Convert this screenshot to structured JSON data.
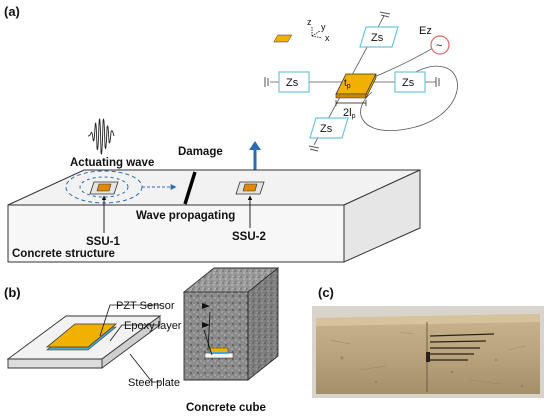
{
  "panel_a": {
    "label": "(a)",
    "axis_z": "z",
    "axis_y": "y",
    "axis_x": "x",
    "impedance": "Zs",
    "voltage": "Ez",
    "source_symbol": "~",
    "thickness_label": "t",
    "thickness_sub": "p",
    "length_prefix": "2l",
    "length_sub": "p",
    "actuating_wave": "Actuating wave",
    "damage": "Damage",
    "wave_propagating": "Wave propagating",
    "ssu1": "SSU-1",
    "ssu2": "SSU-2",
    "concrete_structure": "Concrete structure"
  },
  "panel_b": {
    "label": "(b)",
    "pzt_sensor": "PZT Sensor",
    "epoxy_layer": "Epoxy layer",
    "steel_plate": "Steel plate",
    "concrete_cube": "Concrete cube"
  },
  "panel_c": {
    "label": "(c)"
  },
  "colors": {
    "pzt": "#f0b100",
    "electrode": "#e08a00",
    "zs_box": "#6fc4d9",
    "arrow_blue": "#2b6cb0",
    "block_face": "#f2f2f2",
    "source_red": "#e06666"
  }
}
